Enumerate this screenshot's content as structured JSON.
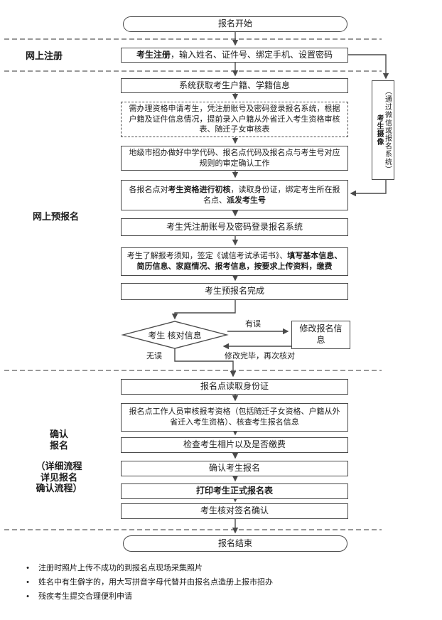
{
  "side_labels": {
    "register": "网上注册",
    "pre_register": "网上预报名",
    "confirm_lines": [
      "确认",
      "报名",
      "（详细流程",
      "详见报名",
      "确认流程）"
    ]
  },
  "nodes": {
    "start": "报名开始",
    "register": {
      "bold": "考生注册",
      "rest": "，输入姓名、证件号、绑定手机、设置密码"
    },
    "fetch": "系统获取考生户籍、学籍信息",
    "qualification": "需办理资格申请考生，凭注册账号及密码登录报名系统，根据户籍及证件信息情况，提前录入户籍从外省迁入考生资格审核表、随迁子女审核表",
    "city": "地级市招办做好中学代码、报名点代码及报名点与考生号对应规则的审定确认工作",
    "site_check": {
      "t1": "各报名点对",
      "b1": "考生资格进行初核",
      "t2": "，读取身份证，绑定考生所在报名点、",
      "b2": "派发考生号"
    },
    "login": "考生凭注册账号及密码登录报名系统",
    "fill": {
      "t1": "考生了解报考须知，签定《诚信考试承诺书》、",
      "b1": "填写基本信息、简历信息、家庭情况、报考信息，按要求上传资料，缴费"
    },
    "pre_done": "考生预报名完成",
    "verify": "考生 核对信息",
    "modify": "修改报名信息",
    "camera": {
      "bold": "考生摄像",
      "rest": "（通过微信或报名系统）"
    },
    "read_id": "报名点读取身份证",
    "staff_check": "报名点工作人员审核报考资格（包括随迁子女资格、户籍从外省迁入考生资格）、核查考生报名信息",
    "photo_fee": "检查考生相片以及是否缴费",
    "confirm": "确认考生报名",
    "print": "打印考生正式报名表",
    "sign": "考生核对签名确认",
    "end": "报名结束"
  },
  "edge_labels": {
    "has_error": "有误",
    "no_error": "无误",
    "modified": "修改完毕，再次核对"
  },
  "colors": {
    "line": "#4a4a4a",
    "text": "#1c1c1c",
    "background": "#ffffff"
  },
  "notes": [
    "注册时照片上传不成功的到报名点现场采集照片",
    "姓名中有生僻字的，用大写拼音字母代替并由报名点造册上报市招办",
    "残疾考生提交合理便利申请"
  ]
}
